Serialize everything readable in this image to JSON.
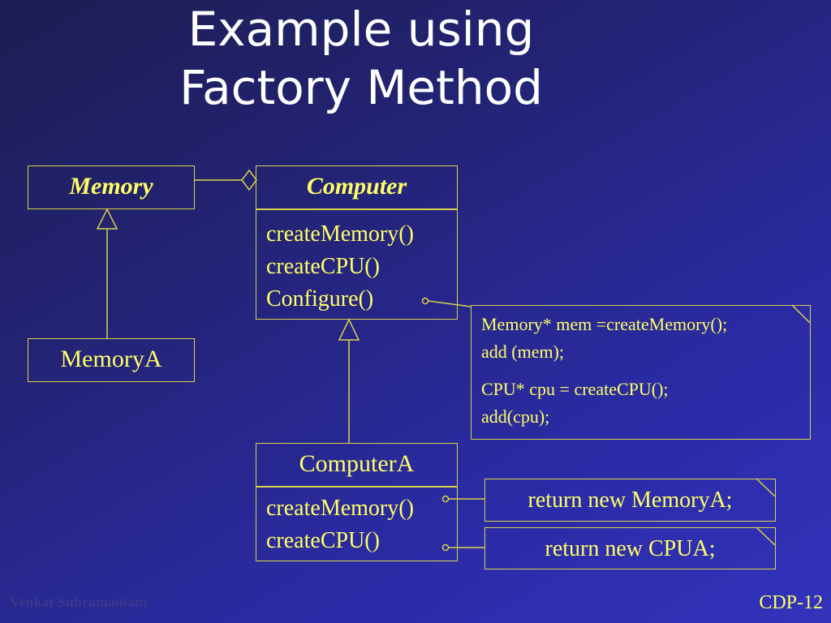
{
  "slide": {
    "title_line1": "Example using",
    "title_line2": "Factory Method",
    "footer_author": "Venkat Subramaniam",
    "footer_page": "CDP-12"
  },
  "diagram": {
    "memory": {
      "name": "Memory"
    },
    "memory_a": {
      "name": "MemoryA"
    },
    "computer": {
      "name": "Computer",
      "operations": [
        "createMemory()",
        "createCPU()",
        "Configure()"
      ]
    },
    "computer_a": {
      "name": "ComputerA",
      "operations": [
        "createMemory()",
        "createCPU()"
      ]
    },
    "notes": {
      "configure": [
        "Memory* mem =createMemory();",
        "add (mem);",
        "CPU* cpu = createCPU();",
        "add(cpu);"
      ],
      "create_memory": "return new MemoryA;",
      "create_cpu": "return new CPUA;"
    },
    "colors": {
      "line": "#d9d24a",
      "text": "#ffff66",
      "title": "#ffffff"
    }
  }
}
